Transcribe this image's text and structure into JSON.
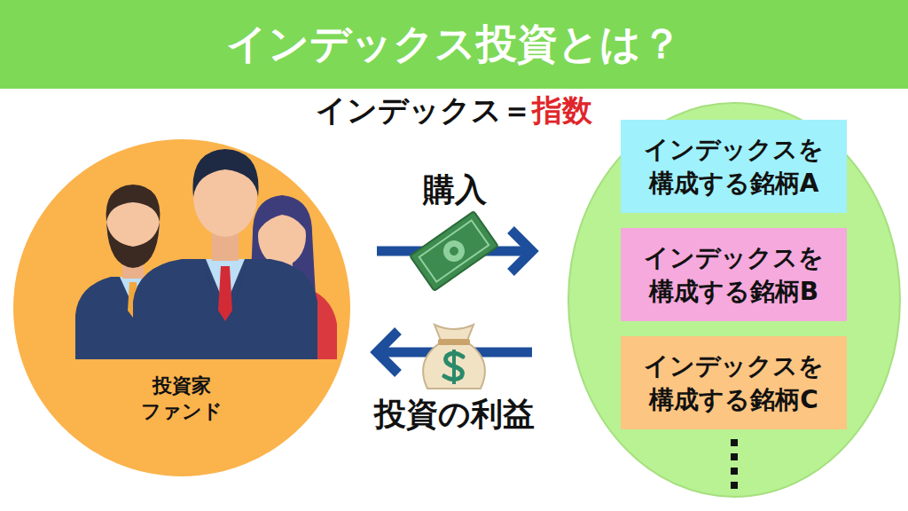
{
  "diagram": {
    "title": "インデックス投資とは？",
    "nodes": [
      {
        "text": [
          "投資家 ファンド"
        ]
      },
      {
        "text": []
      },
      {
        "text": [
          "インデックスを 構成する銘柄A"
        ],
        "in": 1
      },
      {
        "text": [
          "インデックスを 構成する銘柄B"
        ],
        "in": 1
      },
      {
        "text": [
          "インデックスを 構成する銘柄C"
        ],
        "in": 1
      }
    ],
    "edges": [
      {
        "from": 0,
        "to": 1,
        "label": "購入",
        "arrow": "to"
      },
      {
        "from": 1,
        "to": 0,
        "label": "投資の利益",
        "arrow": "to"
      }
    ],
    "labels": [
      "インデックス＝",
      "指数"
    ]
  }
}
